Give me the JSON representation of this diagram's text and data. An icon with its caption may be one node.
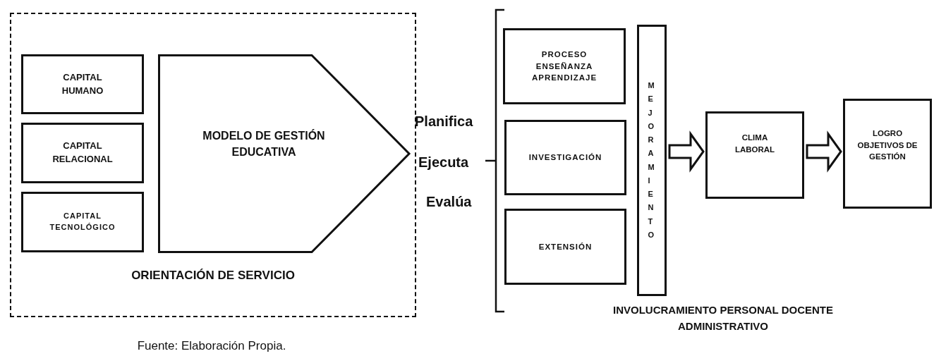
{
  "diagram": {
    "caption": "Fuente: Elaboración Propia.",
    "nodes": [
      {
        "text": [
          "ORIENTACIÓN DE SERVICIO"
        ]
      },
      {
        "text": [
          "CAPITAL HUMANO"
        ],
        "in": 0
      },
      {
        "text": [
          "CAPITAL RELACIONAL"
        ],
        "in": 0
      },
      {
        "text": [
          "CAPITAL TECNOLÓGICO"
        ],
        "in": 0
      },
      {
        "text": [
          "MODELO DE GESTIÓN EDUCATIVA"
        ],
        "in": 0
      },
      {
        "text": [
          "PROCESO ENSEÑANZA APRENDIZAJE"
        ]
      },
      {
        "text": [
          "INVESTIGACIÓN"
        ]
      },
      {
        "text": [
          "EXTENSIÓN"
        ]
      },
      {
        "text": [
          "MEJORAMIENTO"
        ]
      },
      {
        "text": [
          "CLIMA LABORAL"
        ]
      },
      {
        "text": [
          "LOGRO OBJETIVOS DE GESTIÓN"
        ]
      }
    ],
    "edges": [
      {
        "from": 8,
        "to": 9,
        "arrow": "to",
        "style": "thick"
      },
      {
        "from": 9,
        "to": 10,
        "arrow": "to",
        "style": "thick"
      }
    ],
    "labels": [
      "Planifica",
      "Ejecuta",
      "Evalúa",
      "INVOLUCRAMIENTO PERSONAL DOCENTE ADMINISTRATIVO"
    ]
  }
}
